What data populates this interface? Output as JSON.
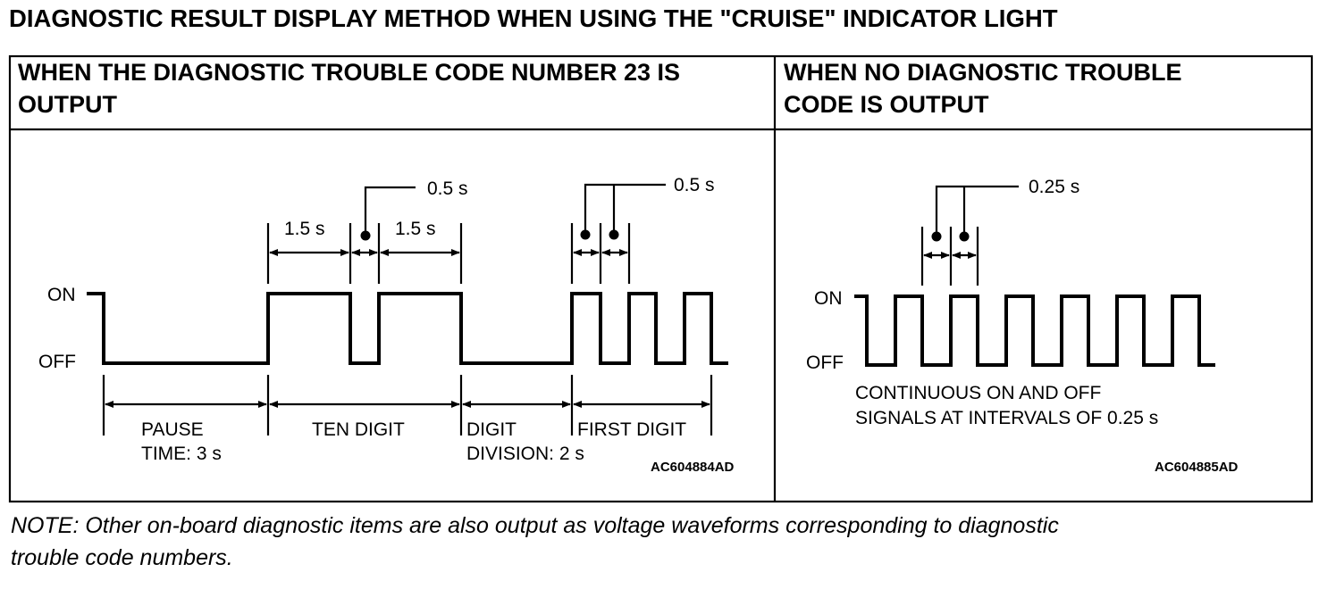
{
  "title": "DIAGNOSTIC RESULT DISPLAY METHOD WHEN USING THE \"CRUISE\" INDICATOR LIGHT",
  "left_panel": {
    "header_line1": "WHEN THE DIAGNOSTIC TROUBLE CODE NUMBER 23 IS",
    "header_line2": "OUTPUT",
    "on_label": "ON",
    "off_label": "OFF",
    "time_top_ten": "0.5 s",
    "time_on_left": "1.5 s",
    "time_on_right": "1.5 s",
    "time_top_first": "0.5 s",
    "pause_line1": "PAUSE",
    "pause_line2": "TIME: 3 s",
    "ten_digit": "TEN DIGIT",
    "division_line1": "DIGIT",
    "division_line2": "DIVISION: 2 s",
    "first_digit": "FIRST DIGIT",
    "code": "AC604884AD"
  },
  "right_panel": {
    "header_line1": "WHEN NO DIAGNOSTIC TROUBLE",
    "header_line2": "CODE IS OUTPUT",
    "on_label": "ON",
    "off_label": "OFF",
    "time_top": "0.25 s",
    "desc_line1": "CONTINUOUS ON AND OFF",
    "desc_line2": "SIGNALS AT INTERVALS OF 0.25 s",
    "code": "AC604885AD"
  },
  "note_line1": "NOTE: Other on-board diagnostic items are also output as voltage waveforms corresponding to diagnostic",
  "note_line2": "trouble code numbers."
}
